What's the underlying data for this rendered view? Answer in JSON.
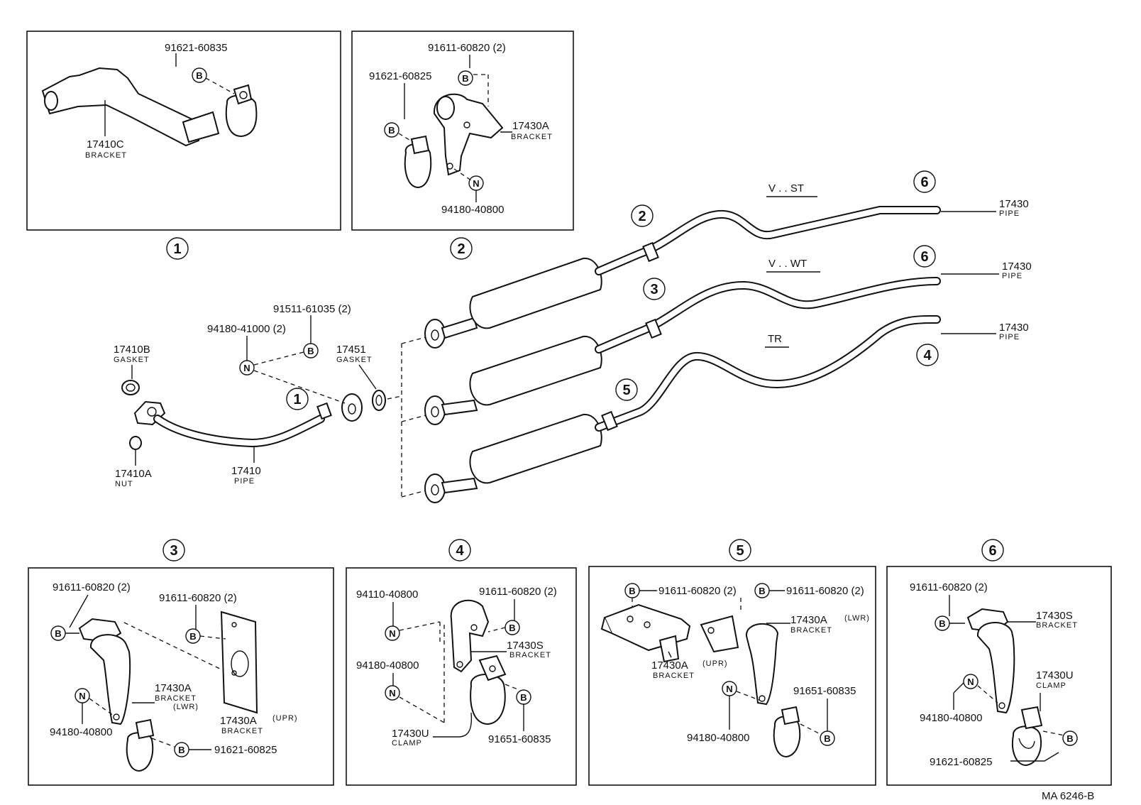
{
  "inset1": {
    "part_bolt": "91621-60835",
    "part_bracket": "17410C",
    "name_bracket": "BRACKET",
    "bolt_code": "B",
    "number": "1"
  },
  "inset2": {
    "part_bolt_a": "91611-60820 (2)",
    "part_bolt_b": "91621-60825",
    "part_bracket": "17430A",
    "name_bracket": "BRACKET",
    "part_nut": "94180-40800",
    "bolt_code": "B",
    "nut_code": "N",
    "number": "2"
  },
  "main": {
    "gasket_b": "17410B",
    "gasket_b_name": "GASKET",
    "nut_a": "17410A",
    "nut_a_name": "NUT",
    "pipe_front": "17410",
    "pipe_front_name": "PIPE",
    "nut_part": "94180-41000 (2)",
    "bolt_part": "91511-61035 (2)",
    "gasket": "17451",
    "gasket_name": "GASKET",
    "nut_code": "N",
    "bolt_code": "B",
    "callout_1": "1",
    "callout_2": "2",
    "callout_3": "3",
    "callout_4": "4",
    "callout_5": "5",
    "callout_6a": "6",
    "callout_6b": "6",
    "variant_st": "V . . ST",
    "variant_wt": "V . . WT",
    "variant_tr": "TR",
    "tail_pipe_1": "17430",
    "tail_pipe_2": "17430",
    "tail_pipe_3": "17430",
    "tail_pipe_name": "PIPE"
  },
  "inset3": {
    "number": "3",
    "bolt1": "91611-60820 (2)",
    "bolt2": "91611-60820 (2)",
    "lwr": "17430A",
    "lwr_name": "BRACKET",
    "lwr_note": "(LWR)",
    "upr": "17430A",
    "upr_note": "(UPR)",
    "upr_name": "BRACKET",
    "nut": "94180-40800",
    "bolt3": "91621-60825",
    "bolt_code": "B",
    "nut_code": "N"
  },
  "inset4": {
    "number": "4",
    "nut1": "94110-40800",
    "bolt1": "91611-60820 (2)",
    "bracket": "17430S",
    "bracket_name": "BRACKET",
    "nut2": "94180-40800",
    "clamp": "17430U",
    "clamp_name": "CLAMP",
    "bolt2": "91651-60835",
    "bolt_code": "B",
    "nut_code": "N"
  },
  "inset5": {
    "number": "5",
    "bolt1": "91611-60820 (2)",
    "bolt2": "91611-60820 (2)",
    "lwr": "17430A",
    "lwr_note": "(LWR)",
    "lwr_name": "BRACKET",
    "upr": "17430A",
    "upr_note": "(UPR)",
    "upr_name": "BRACKET",
    "bolt3": "91651-60835",
    "nut": "94180-40800",
    "bolt_code": "B",
    "nut_code": "N"
  },
  "inset6": {
    "number": "6",
    "bolt1": "91611-60820 (2)",
    "bracket": "17430S",
    "bracket_name": "BRACKET",
    "clamp": "17430U",
    "clamp_name": "CLAMP",
    "nut": "94180-40800",
    "bolt2": "91621-60825",
    "bolt_code": "B",
    "nut_code": "N"
  },
  "drawing_code": "MA  6246-B"
}
